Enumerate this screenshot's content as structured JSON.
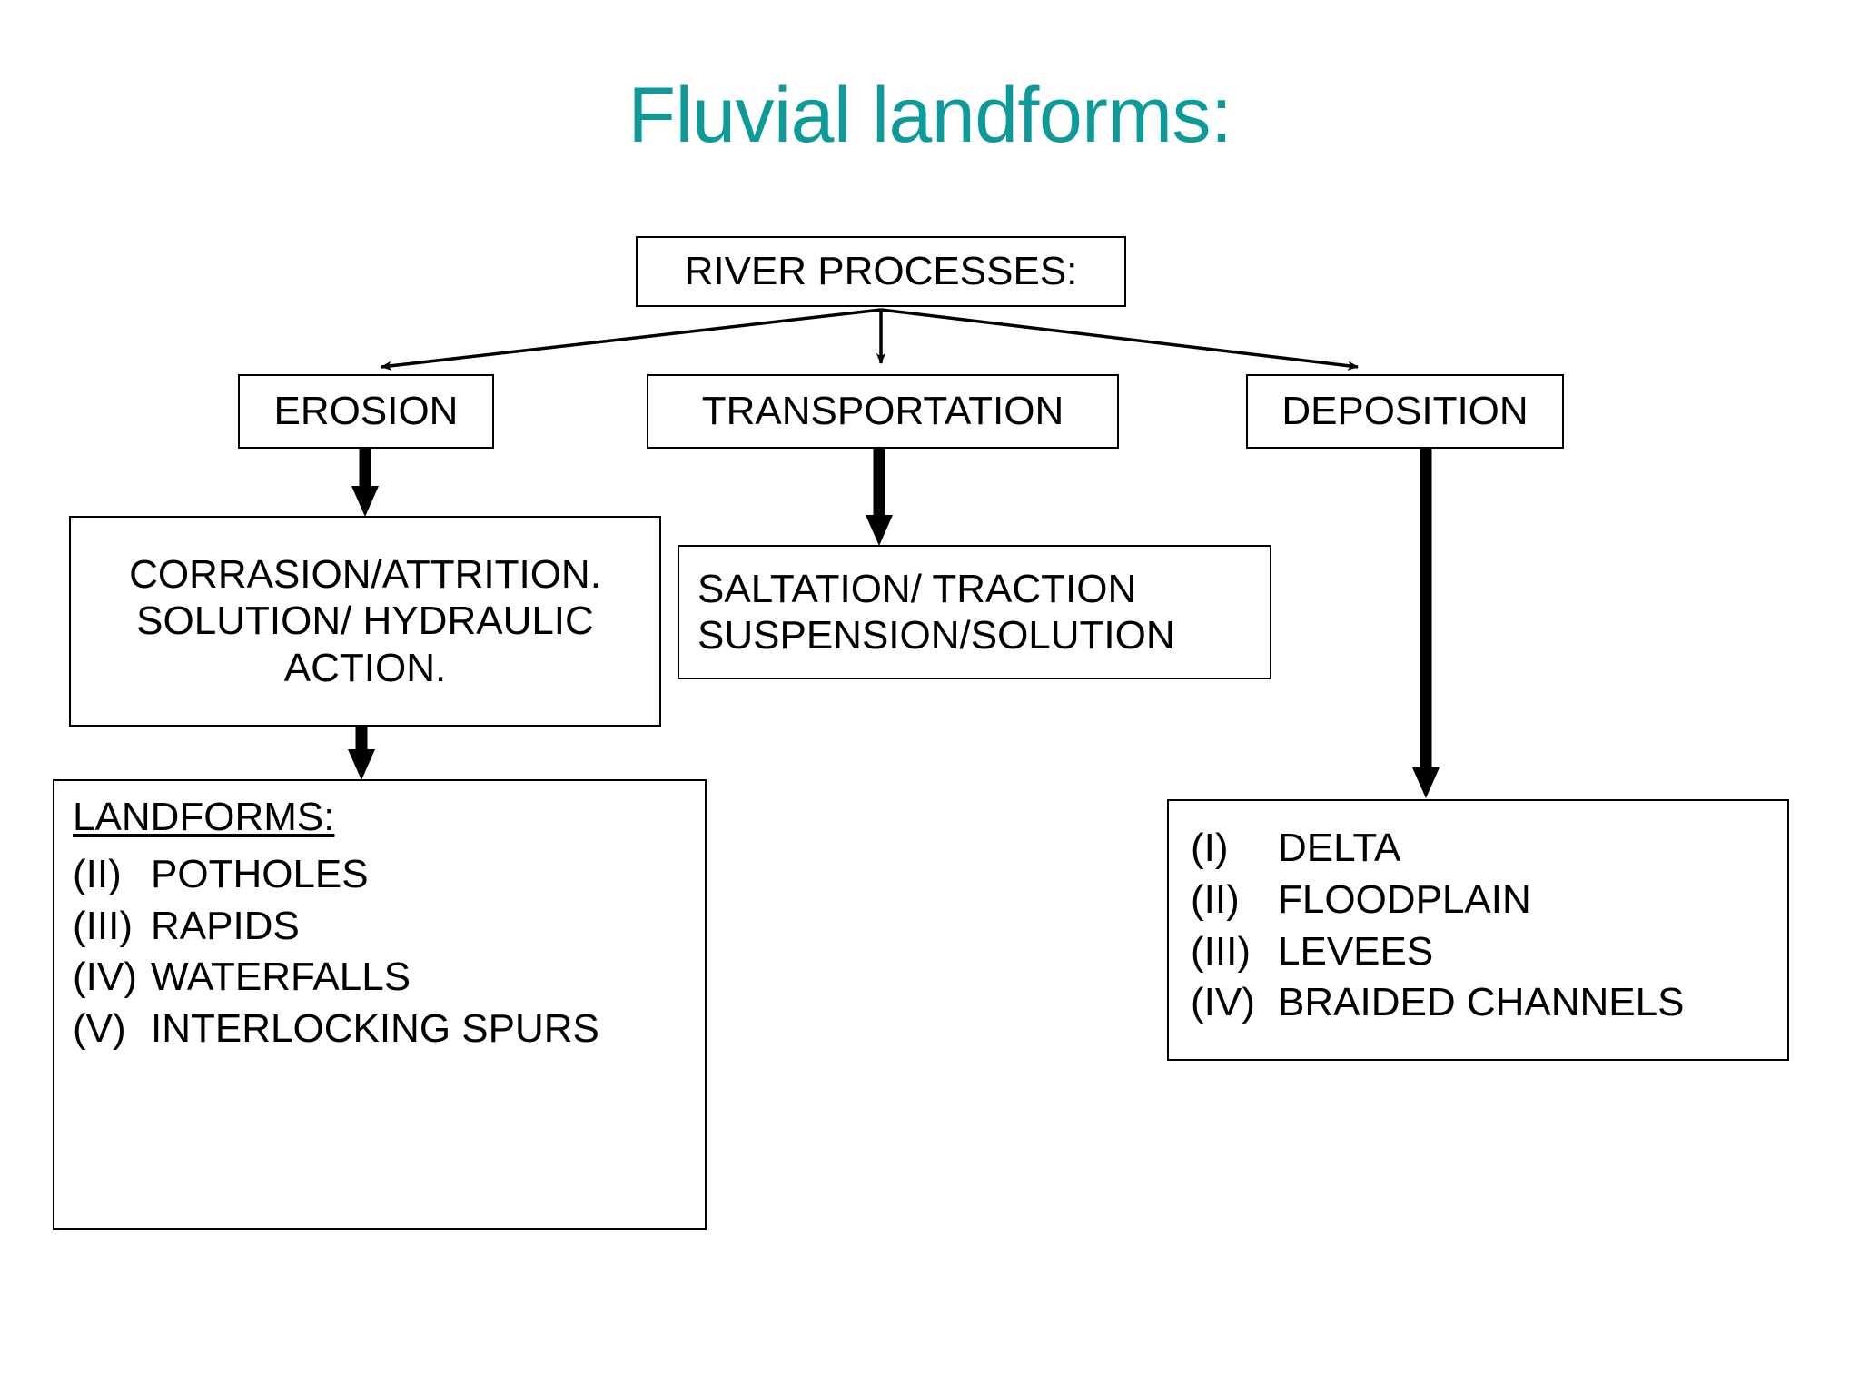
{
  "slide": {
    "title": "Fluvial landforms:",
    "title_color": "#0d9a99",
    "background_color": "#ffffff",
    "line_color": "#000000"
  },
  "diagram": {
    "type": "flowchart",
    "root": {
      "label": "RIVER PROCESSES:"
    },
    "branches": [
      {
        "label": "EROSION"
      },
      {
        "label": "TRANSPORTATION"
      },
      {
        "label": "DEPOSITION"
      }
    ],
    "erosion_processes": {
      "lines": [
        "CORRASION/ATTRITION.",
        "SOLUTION/ HYDRAULIC",
        "ACTION."
      ]
    },
    "transportation_processes": {
      "lines": [
        "SALTATION/ TRACTION",
        "SUSPENSION/SOLUTION"
      ]
    },
    "erosion_landforms": {
      "heading": "LANDFORMS:",
      "items": [
        {
          "num": "(II)",
          "label": "POTHOLES"
        },
        {
          "num": "(III)",
          "label": "RAPIDS"
        },
        {
          "num": "(IV)",
          "label": "WATERFALLS"
        },
        {
          "num": "(V)",
          "label": "INTERLOCKING SPURS"
        }
      ]
    },
    "deposition_landforms": {
      "items": [
        {
          "num": "(I)",
          "label": "DELTA"
        },
        {
          "num": "(II)",
          "label": "FLOODPLAIN"
        },
        {
          "num": "(III)",
          "label": "LEVEES"
        },
        {
          "num": "(IV)",
          "label": "BRAIDED CHANNELS"
        }
      ]
    },
    "connectors": [
      {
        "name": "root-to-erosion",
        "style": "thin-arrow"
      },
      {
        "name": "root-to-transportation",
        "style": "thin-arrow"
      },
      {
        "name": "root-to-deposition",
        "style": "thin-arrow"
      },
      {
        "name": "erosion-to-processes",
        "style": "thick-arrow"
      },
      {
        "name": "transportation-to-processes",
        "style": "thick-arrow"
      },
      {
        "name": "erosion-processes-to-landforms",
        "style": "thick-arrow"
      },
      {
        "name": "deposition-to-landforms",
        "style": "thick-arrow"
      }
    ]
  }
}
